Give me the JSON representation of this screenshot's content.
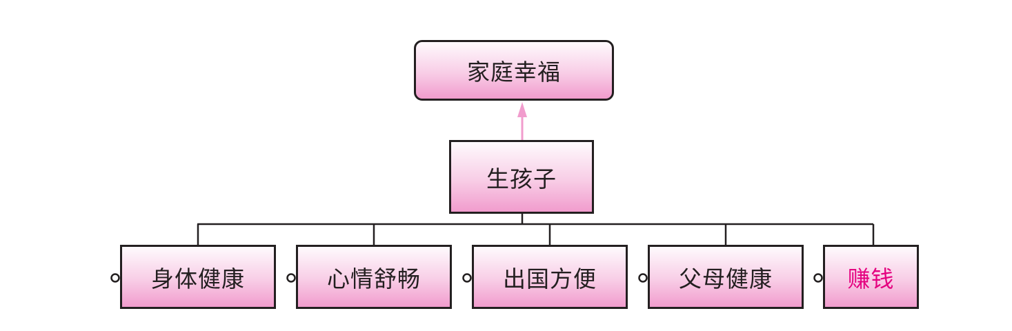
{
  "diagram": {
    "goal": {
      "label": "家庭幸福"
    },
    "center": {
      "label": "生孩子"
    },
    "reasons": [
      {
        "label": "身体健康",
        "color": "#231f20"
      },
      {
        "label": "心情舒畅",
        "color": "#231f20"
      },
      {
        "label": "出国方便",
        "color": "#231f20"
      },
      {
        "label": "父母健康",
        "color": "#231f20"
      },
      {
        "label": "赚钱",
        "color": "#e4007f"
      }
    ],
    "colors": {
      "box_fill_top": "#fefafd",
      "box_fill_bottom": "#f19ccd",
      "box_border": "#231f20",
      "arrow": "#f19ccd",
      "connector": "#231f20",
      "highlight_text": "#e4007f"
    }
  }
}
